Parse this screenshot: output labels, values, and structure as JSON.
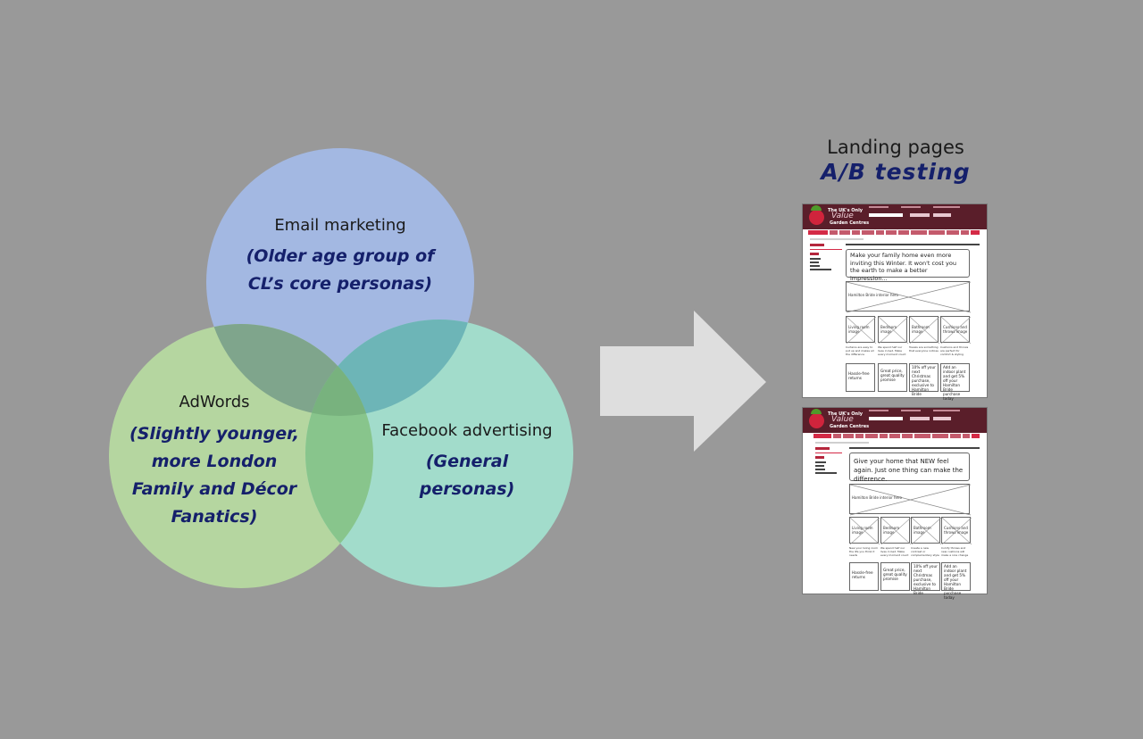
{
  "venn": {
    "email": {
      "label": "Email marketing",
      "desc": [
        "(Older age group of",
        "CL’s core personas)"
      ],
      "color": "#a3b8e2"
    },
    "adwords": {
      "label": "AdWords",
      "desc": [
        "(Slightly younger,",
        "more London",
        "Family and Décor",
        "Fanatics)"
      ],
      "color": "#b5d6a0"
    },
    "facebook": {
      "label": "Facebook advertising",
      "desc": [
        "(General",
        "personas)"
      ],
      "color": "#a2dccb"
    }
  },
  "landing": {
    "title": "Landing pages",
    "subtitle": "A/B testing"
  },
  "wireframes": [
    {
      "brand": {
        "line1": "The UK's Only",
        "line2": "Value",
        "line3": "Garden Centres"
      },
      "headline": "Make your family home even more inviting this Winter. It won't cost you the earth to make a better impression...",
      "hero_label": "Hamilton Bride interior hero",
      "tiles": [
        "Living room image",
        "Bedroom image",
        "Bathroom image",
        "Cushions and throws image"
      ],
      "tile_desc": [
        "Curtains are easy to put up and makes all the difference",
        "We spend half our lives in bed. Make every moment count",
        "Towels are something that everyone notices",
        "Cushions and throws are perfect for comfort & styling"
      ],
      "promos": [
        "Hassle-free returns",
        "Great price, great quality promise",
        "10% off your next Christmas purchase, exclusive to Hamilton Bride",
        "Add an indoor plant and get 5% off your Hamilton Bride purchase today"
      ]
    },
    {
      "brand": {
        "line1": "The UK's Only",
        "line2": "Value",
        "line3": "Garden Centres"
      },
      "headline": "Give your home that NEW feel again. Just one thing can make the difference.",
      "hero_label": "Hamilton Bride interior hero",
      "tiles": [
        "Living room image",
        "Bedroom image",
        "Bathroom image",
        "Cushions and throws image"
      ],
      "tile_desc": [
        "New your living room the life you think it needs",
        "We spend half our lives in bed. Make every moment count",
        "Create a new contrast or complementary style",
        "Comfy throws and new cushions will make a nice change"
      ],
      "promos": [
        "Hassle-free returns",
        "Great price, great quality promise",
        "10% off your next Christmas purchase, exclusive to Hamilton Bride",
        "Add an indoor plant and get 5% off your Hamilton Bride purchase today"
      ]
    }
  ]
}
